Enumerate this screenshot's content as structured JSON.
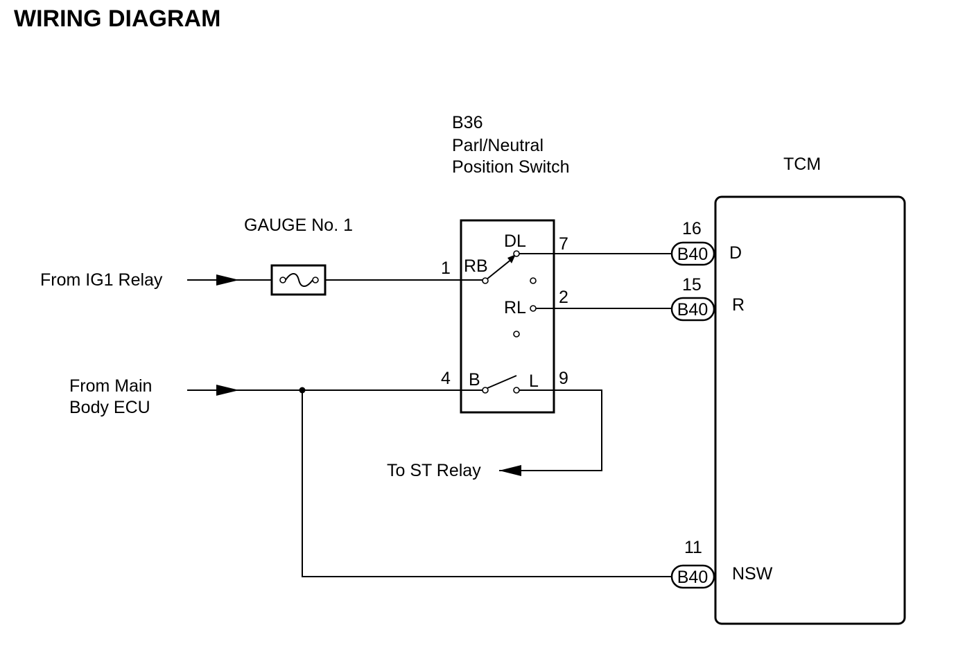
{
  "title": "WIRING DIAGRAM",
  "sources": {
    "ig1": "From IG1 Relay",
    "ecu_line1": "From Main",
    "ecu_line2": "Body ECU",
    "st_relay": "To ST Relay"
  },
  "fuse": {
    "label": "GAUGE No. 1"
  },
  "switch": {
    "code": "B36",
    "name_line1": "Parl/Neutral",
    "name_line2": "Position Switch",
    "terminals": {
      "dl": "DL",
      "rb": "RB",
      "rl": "RL",
      "b": "B",
      "l": "L"
    },
    "pins": {
      "p1": "1",
      "p7": "7",
      "p2": "2",
      "p4": "4",
      "p9": "9"
    }
  },
  "tcm": {
    "label": "TCM",
    "connectors": [
      {
        "pin": "16",
        "code": "B40",
        "signal": "D"
      },
      {
        "pin": "15",
        "code": "B40",
        "signal": "R"
      },
      {
        "pin": "11",
        "code": "B40",
        "signal": "NSW"
      }
    ]
  }
}
